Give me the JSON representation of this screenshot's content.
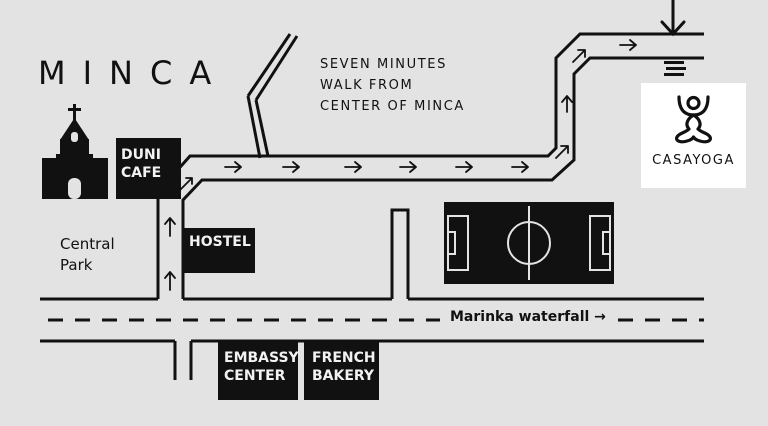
{
  "map": {
    "town_title": "MINCA",
    "subtitle_lines": [
      "SEVEN MINUTES",
      "WALK FROM",
      "CENTER OF MINCA"
    ],
    "park_label_lines": [
      "Central",
      "Park"
    ],
    "places": {
      "duni_cafe": [
        "DUNI",
        "CAFE"
      ],
      "hostel": "HOSTEL",
      "embassy_center": [
        "EMBASSY",
        "CENTER"
      ],
      "french_bakery": [
        "FRENCH",
        "BAKERY"
      ]
    },
    "road_label": "Marinka waterfall",
    "road_arrow": "→",
    "destination": {
      "name": "CASAYOGA",
      "logo_icon": "yoga-figure-icon"
    },
    "icons": [
      "church-icon",
      "soccer-field-icon",
      "route-arrow-icon",
      "down-arrow-icon",
      "steps-icon"
    ],
    "colors": {
      "background": "#e3e3e3",
      "ink": "#111111",
      "logo_box": "#ffffff"
    }
  }
}
